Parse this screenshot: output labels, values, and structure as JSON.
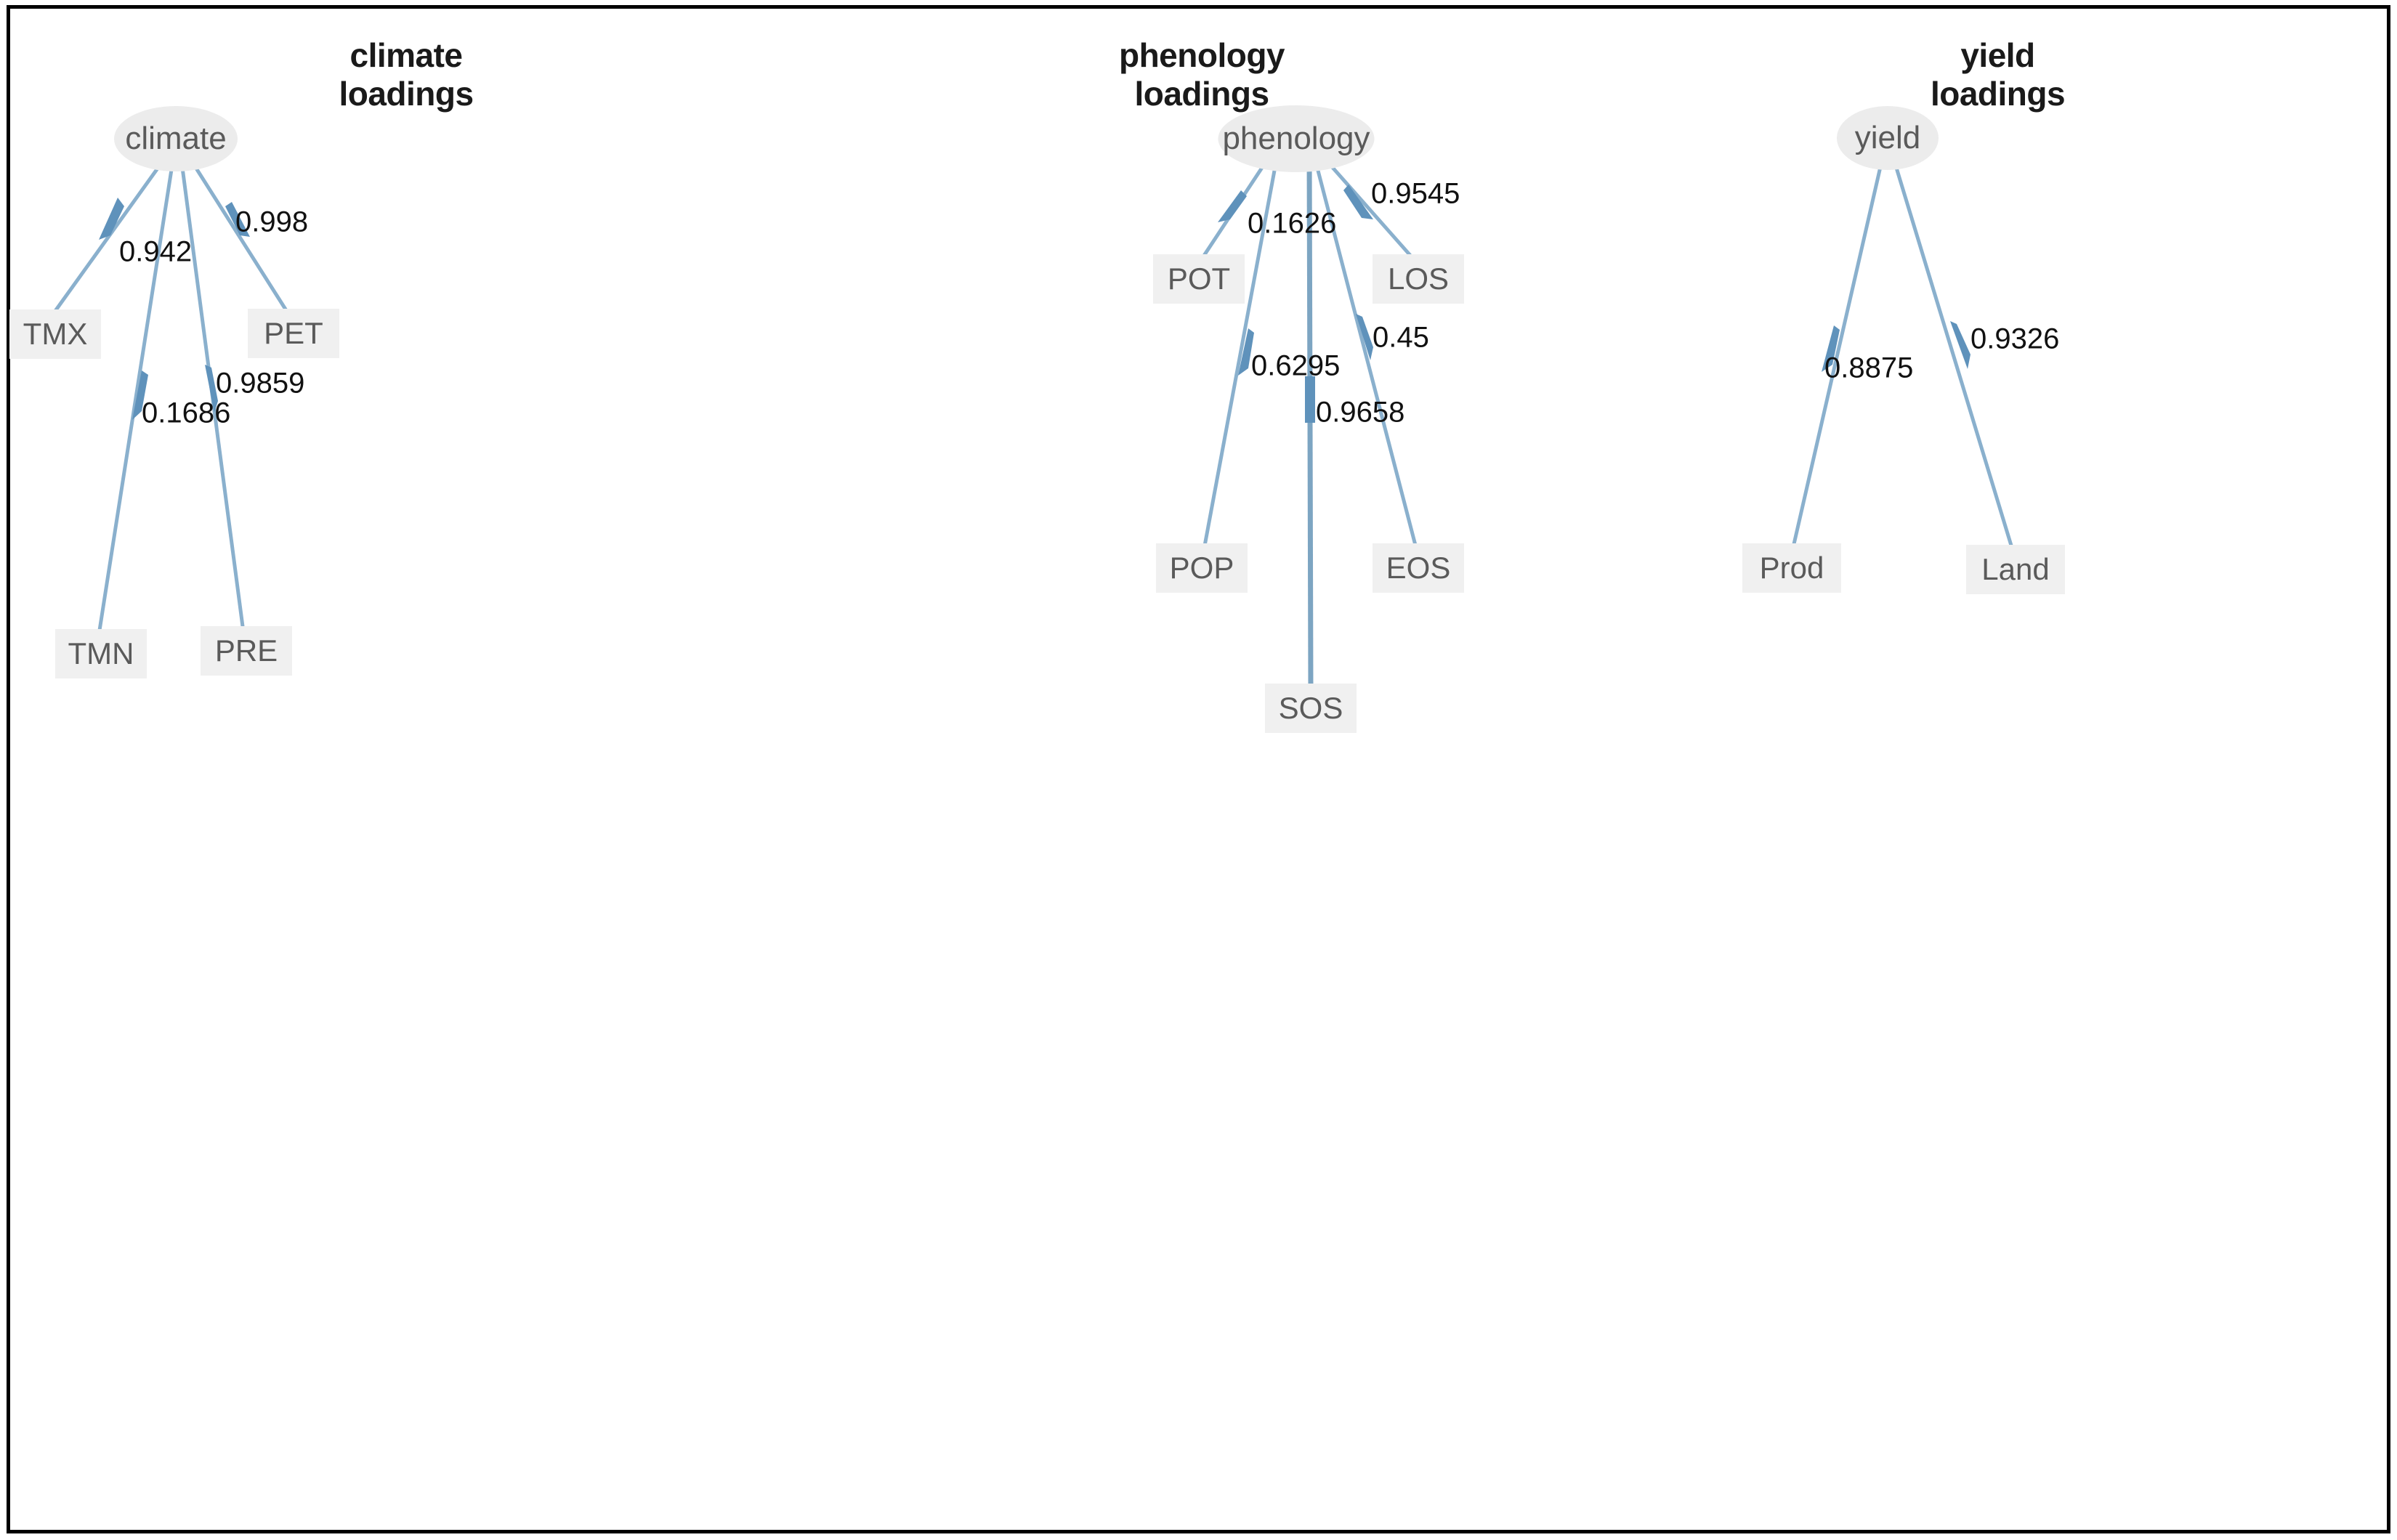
{
  "figure": {
    "type": "sem-loadings-path-diagram",
    "background": "#ffffff",
    "border_color": "#000000",
    "edge_color": "#8ab0cd",
    "latent_node_fill": "#ececec",
    "observed_node_fill": "#f0f0f0",
    "node_text_color": "#5a5a5a",
    "label_text_color": "#111111"
  },
  "panels": [
    {
      "id": "climate",
      "title_line1": "climate",
      "title_line2": "loadings",
      "latent": {
        "label": "climate"
      },
      "observed": [
        {
          "id": "tmx",
          "label": "TMX"
        },
        {
          "id": "tmn",
          "label": "TMN"
        },
        {
          "id": "pre",
          "label": "PRE"
        },
        {
          "id": "pet",
          "label": "PET"
        }
      ],
      "loadings": [
        {
          "from": "climate",
          "to": "TMX",
          "value": "0.942"
        },
        {
          "from": "climate",
          "to": "TMN",
          "value": "0.1686"
        },
        {
          "from": "climate",
          "to": "PRE",
          "value": "0.9859"
        },
        {
          "from": "climate",
          "to": "PET",
          "value": "0.998"
        }
      ]
    },
    {
      "id": "phenology",
      "title_line1": "phenology",
      "title_line2": "loadings",
      "latent": {
        "label": "phenology"
      },
      "observed": [
        {
          "id": "pot",
          "label": "POT"
        },
        {
          "id": "pop",
          "label": "POP"
        },
        {
          "id": "sos",
          "label": "SOS"
        },
        {
          "id": "eos",
          "label": "EOS"
        },
        {
          "id": "los",
          "label": "LOS"
        }
      ],
      "loadings": [
        {
          "from": "phenology",
          "to": "POT",
          "value": "0.1626"
        },
        {
          "from": "phenology",
          "to": "POP",
          "value": "0.6295"
        },
        {
          "from": "phenology",
          "to": "SOS",
          "value": "0.9658"
        },
        {
          "from": "phenology",
          "to": "EOS",
          "value": "0.45"
        },
        {
          "from": "phenology",
          "to": "LOS",
          "value": "0.9545"
        }
      ]
    },
    {
      "id": "yield",
      "title_line1": "yield",
      "title_line2": "loadings",
      "latent": {
        "label": "yield"
      },
      "observed": [
        {
          "id": "prod",
          "label": "Prod"
        },
        {
          "id": "land",
          "label": "Land"
        }
      ],
      "loadings": [
        {
          "from": "yield",
          "to": "Prod",
          "value": "0.8875"
        },
        {
          "from": "yield",
          "to": "Land",
          "value": "0.9326"
        }
      ]
    }
  ],
  "chart_data": {
    "type": "diagram",
    "title": "Factor loadings path diagrams",
    "groups": [
      {
        "latent": "climate",
        "indicators": [
          "TMX",
          "TMN",
          "PRE",
          "PET"
        ],
        "values": [
          0.942,
          0.1686,
          0.9859,
          0.998
        ]
      },
      {
        "latent": "phenology",
        "indicators": [
          "POT",
          "POP",
          "SOS",
          "EOS",
          "LOS"
        ],
        "values": [
          0.1626,
          0.6295,
          0.9658,
          0.45,
          0.9545
        ]
      },
      {
        "latent": "yield",
        "indicators": [
          "Prod",
          "Land"
        ],
        "values": [
          0.8875,
          0.9326
        ]
      }
    ]
  }
}
